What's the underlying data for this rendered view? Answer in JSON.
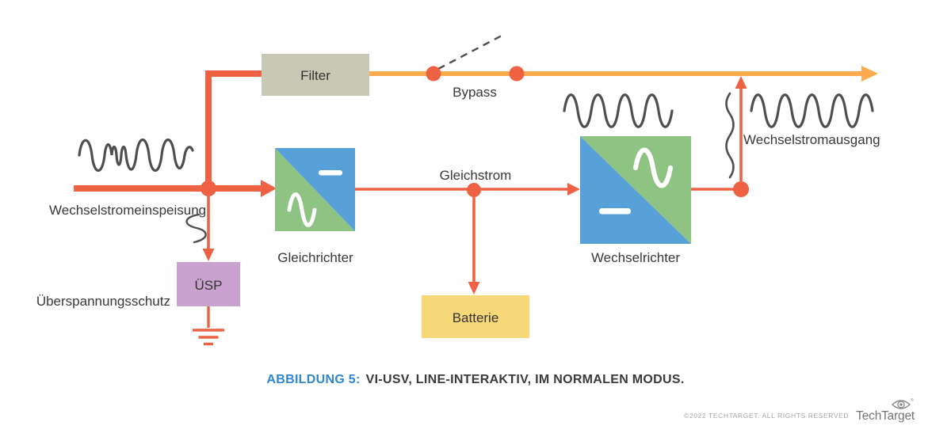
{
  "diagram": {
    "labels": {
      "filter": "Filter",
      "bypass": "Bypass",
      "ac_input": "Wechselstromeinspeisung",
      "surge_protection": "Überspannungsschutz",
      "surge_box": "ÜSP",
      "rectifier": "Gleichrichter",
      "dc": "Gleichstrom",
      "battery": "Batterie",
      "inverter": "Wechselrichter",
      "ac_output": "Wechselstromausgang"
    },
    "icons": {
      "sine_wave": "ac-waveform",
      "minus": "dc-symbol",
      "ground": "earth-ground",
      "distortion": "squiggle-wave",
      "open_switch": "bypass-open-switch"
    }
  },
  "caption": {
    "label": "ABBILDUNG 5:",
    "title": "VI-USV, LINE-INTERAKTIV, IM NORMALEN MODUS."
  },
  "footer": {
    "copyright": "©2022 TECHTARGET. ALL RIGHTS RESERVED",
    "brand": "TechTarget"
  },
  "colors": {
    "line_red": "#ee6243",
    "bypass_orange": "#f9ab4d",
    "filter_fill": "#c9c8b4",
    "battery_fill": "#f6d878",
    "surge_fill": "#c9a2d0",
    "converter_blue": "#58a0d8",
    "converter_green": "#8ec383",
    "wave_gray": "#4f4f4f",
    "caption_blue": "#2e86d2",
    "white": "#ffffff"
  }
}
